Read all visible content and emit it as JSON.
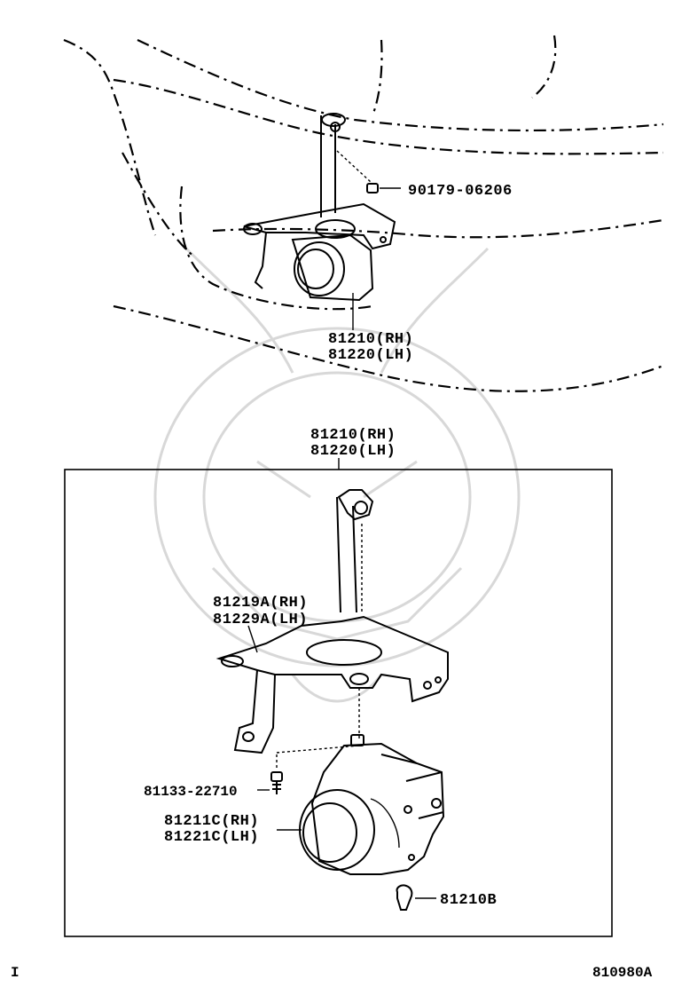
{
  "callouts": {
    "nut": "90179-06206",
    "upper_assy_rh": "81210(RH)",
    "upper_assy_lh": "81220(LH)",
    "box_assy_rh": "81210(RH)",
    "box_assy_lh": "81220(LH)",
    "bracket_rh": "81219A(RH)",
    "bracket_lh": "81229A(LH)",
    "screw": "81133-22710",
    "unit_rh": "81211C(RH)",
    "unit_lh": "81221C(LH)",
    "bulb": "81210B"
  },
  "footer": {
    "left_mark": "I",
    "figure_code": "810980A"
  },
  "icons": [
    "watermark-emblem",
    "bumper-outline",
    "fog-lamp",
    "bracket",
    "screw",
    "nut",
    "bulb"
  ]
}
